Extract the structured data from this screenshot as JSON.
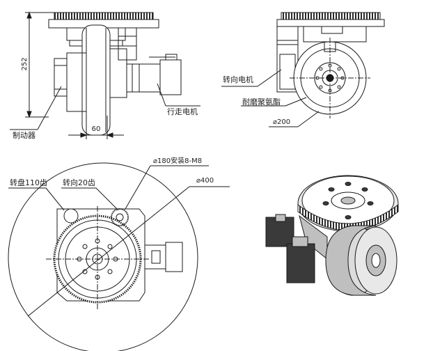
{
  "views": {
    "side": {
      "dim_height": "252",
      "dim_width": "60",
      "label_brake": "制动器",
      "label_drive_motor": "行走电机"
    },
    "front": {
      "label_steering_motor": "转向电机",
      "label_pu_tire": "耐磨聚氨酯",
      "dim_wheel_dia": "⌀200"
    },
    "top": {
      "label_turntable": "转盘110齿",
      "label_steering_gear": "转向20齿",
      "dim_mount_holes": "⌀180安装8-M8",
      "dim_outer_dia": "⌀400"
    },
    "iso": {}
  },
  "colors": {
    "line": "#1a1a1a",
    "hatch": "#555555",
    "fill_dark": "#3a3a3a",
    "fill_gray": "#bfbfbf",
    "fill_light": "#e8e8e8"
  }
}
